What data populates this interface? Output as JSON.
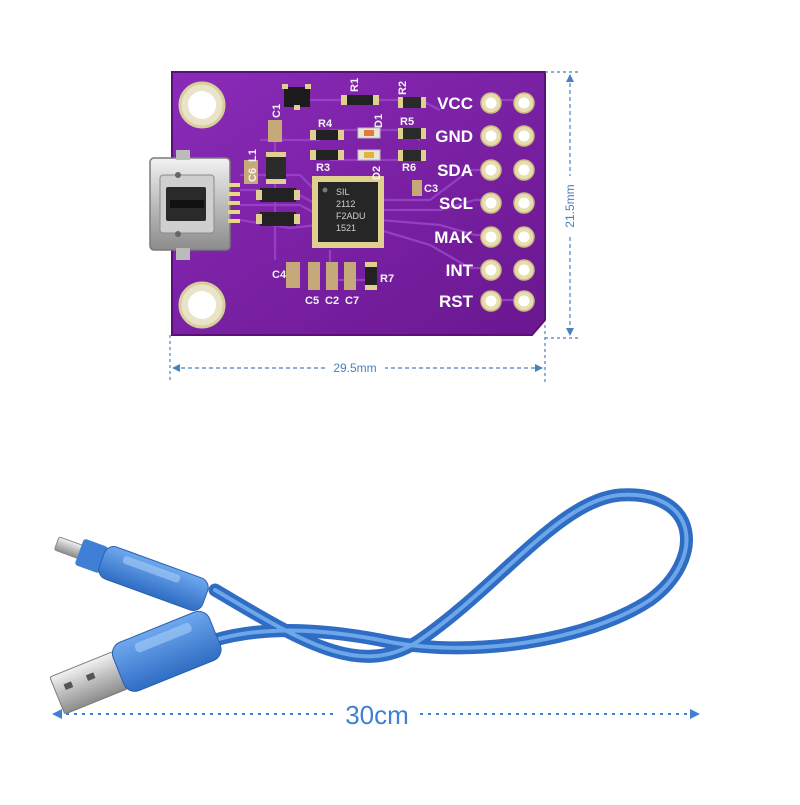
{
  "board": {
    "silkscreen": {
      "components": [
        "R1",
        "R2",
        "C1",
        "R4",
        "R5",
        "D1",
        "C6",
        "L1",
        "R3",
        "D2",
        "R6",
        "C3",
        "C4",
        "C5",
        "C2",
        "C7",
        "R7"
      ],
      "chip_marking": [
        "SIL",
        "2112",
        "F2ADU",
        "1521"
      ],
      "pins": [
        "VCC",
        "GND",
        "SDA",
        "SCL",
        "MAK",
        "INT",
        "RST"
      ]
    },
    "dimensions": {
      "height": "21.5mm",
      "width": "29.5mm"
    }
  },
  "cable": {
    "length": "30cm"
  },
  "colors": {
    "pcb": "#7a1fa2",
    "dimension_line": "#4a7fc0",
    "cable": "#3f7fd6"
  }
}
